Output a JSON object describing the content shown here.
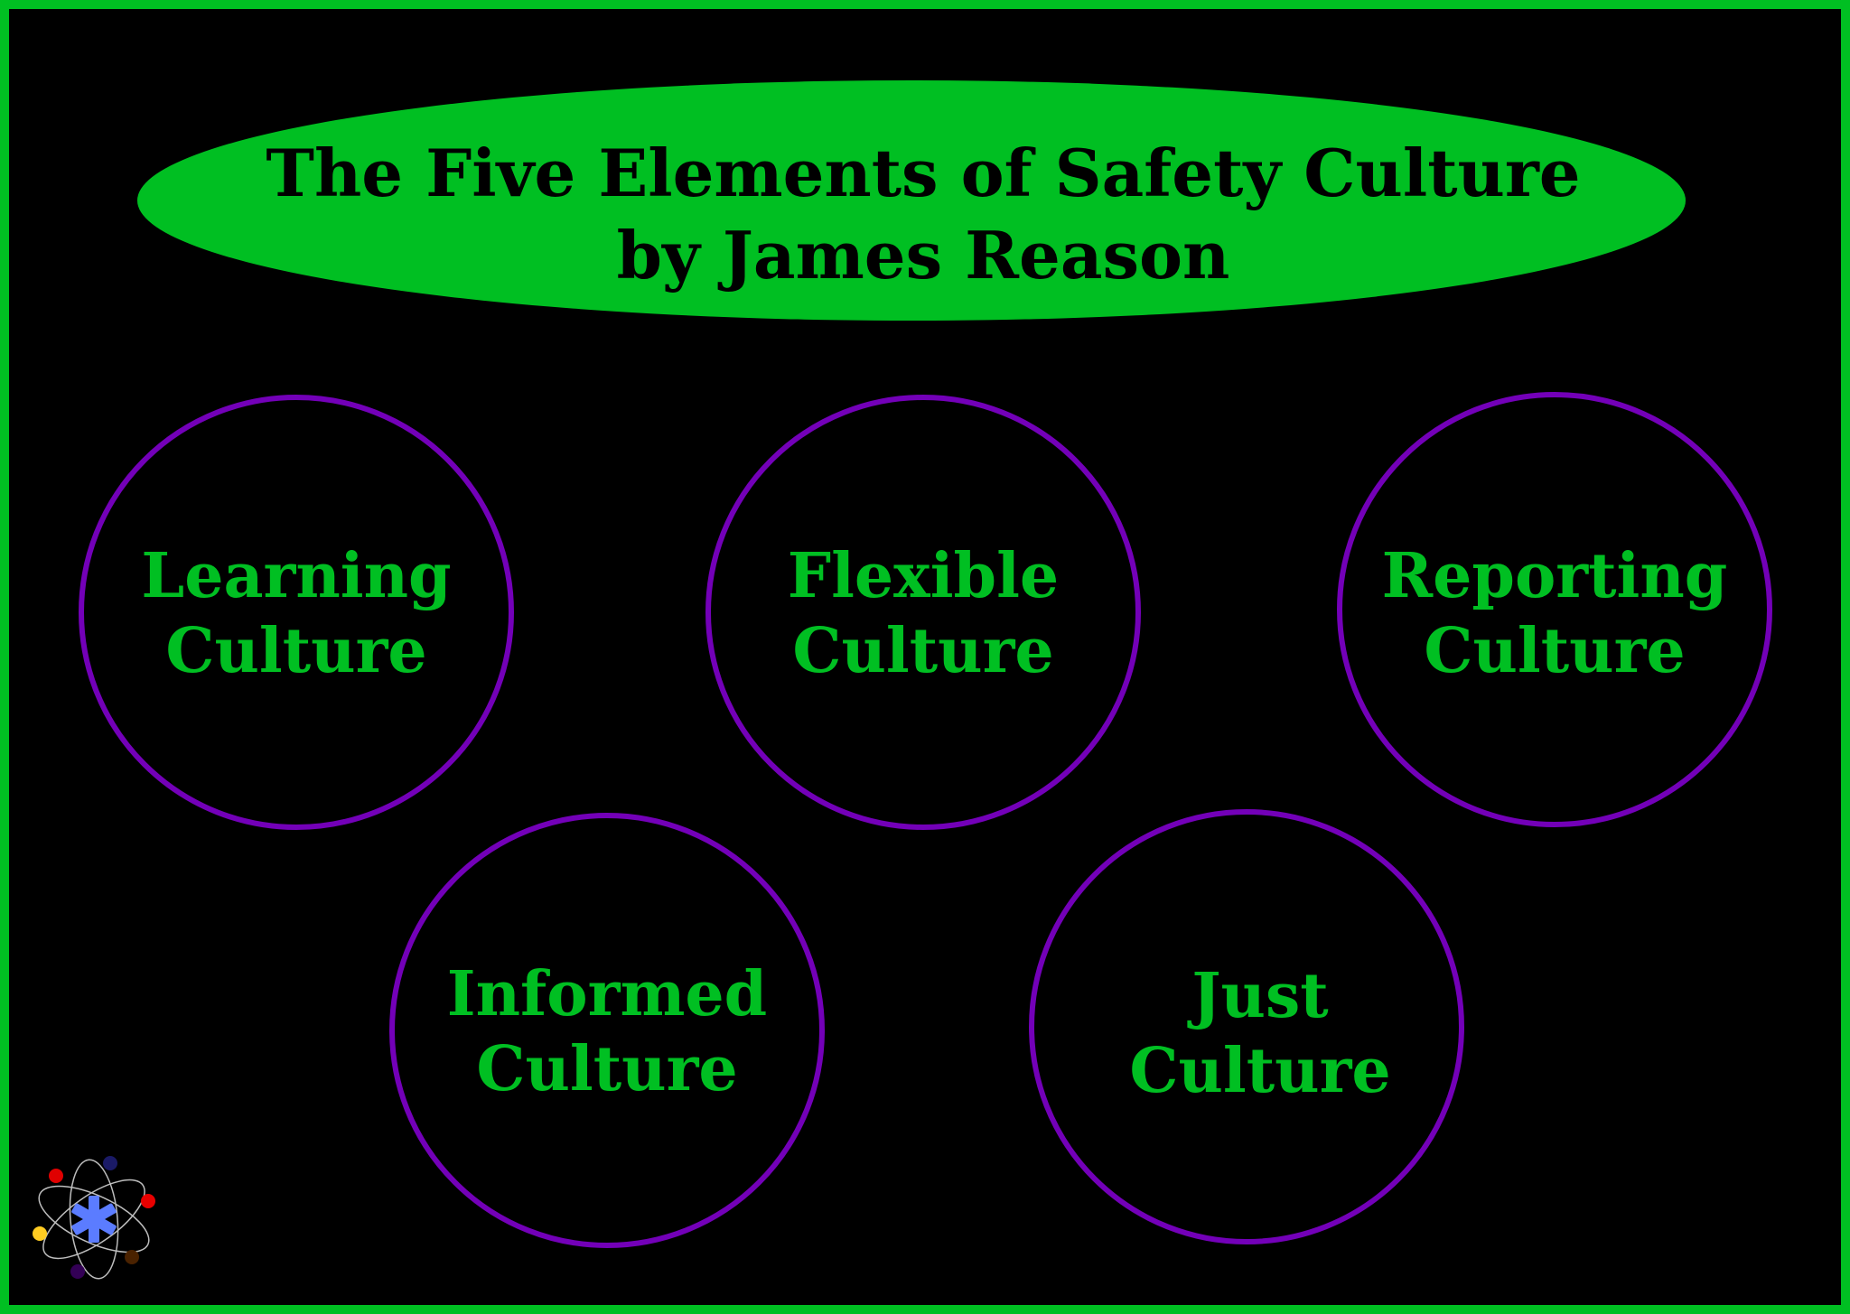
{
  "colors": {
    "background": "#000000",
    "frame": "#00bf22",
    "title_fill": "#00bf22",
    "title_text": "#000000",
    "circle_stroke": "#7300b8",
    "node_text": "#00bf22",
    "logo_star": "#5b7cff",
    "logo_orbit": "#bdbdbd"
  },
  "title": {
    "line1": "The Five Elements of Safety Culture",
    "line2": "by James Reason"
  },
  "elements": [
    {
      "line1": "Learning",
      "line2": "Culture"
    },
    {
      "line1": "Flexible",
      "line2": "Culture"
    },
    {
      "line1": "Reporting",
      "line2": "Culture"
    },
    {
      "line1": "Informed",
      "line2": "Culture"
    },
    {
      "line1": "Just",
      "line2": "Culture"
    }
  ],
  "logo": {
    "icon": "atom-star-of-life-icon",
    "electron_colors": [
      "#e00000",
      "#1a1a66",
      "#e80000",
      "#ffcc22",
      "#330055",
      "#4a2200"
    ]
  }
}
